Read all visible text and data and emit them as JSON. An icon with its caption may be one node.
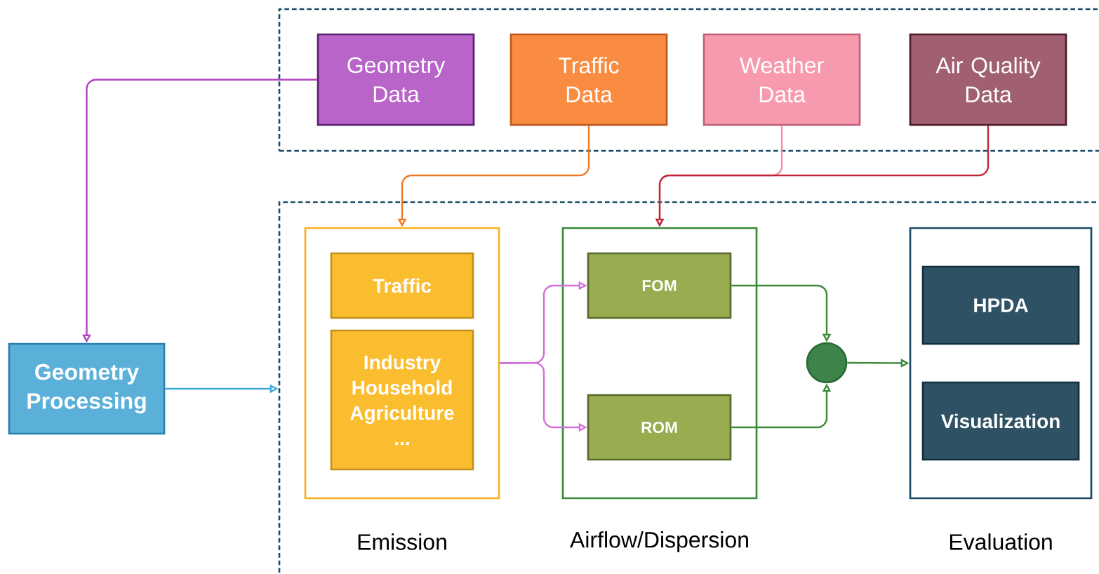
{
  "diagram": {
    "nodes": [
      {
        "text": [],
        "shape": "box"
      },
      {
        "text": [
          "Geometry Data"
        ],
        "in": 0
      },
      {
        "text": [
          "Traffic Data"
        ],
        "in": 0
      },
      {
        "text": [
          "Weather Data"
        ],
        "in": 0
      },
      {
        "text": [
          "Air Quality Data"
        ],
        "in": 0
      },
      {
        "text": [],
        "shape": "box"
      },
      {
        "text": [
          "Emission"
        ],
        "in": 5
      },
      {
        "text": [
          "Traffic"
        ],
        "in": 6
      },
      {
        "text": [
          "Industry Household Agriculture ..."
        ],
        "in": 6
      },
      {
        "text": [
          "Airflow/Dispersion"
        ],
        "in": 5
      },
      {
        "text": [
          "FOM"
        ],
        "in": 9
      },
      {
        "text": [
          "ROM"
        ],
        "in": 9
      },
      {
        "text": [],
        "shape": "circle",
        "in": 5
      },
      {
        "text": [
          "Evaluation"
        ],
        "in": 5
      },
      {
        "text": [
          "HPDA"
        ],
        "in": 13
      },
      {
        "text": [
          "Visualization"
        ],
        "in": 13
      },
      {
        "text": [
          "Geometry Processing"
        ]
      }
    ],
    "edges": [
      {
        "from": 1,
        "to": 16,
        "arrow": "to",
        "color": "#b040c0"
      },
      {
        "from": 16,
        "to": 5,
        "arrow": "to",
        "color": "#3aa8d8"
      },
      {
        "from": 2,
        "to": 6,
        "arrow": "to",
        "color": "#f07820"
      },
      {
        "from": 3,
        "to": 9,
        "arrow": "to",
        "color": "#f090a8"
      },
      {
        "from": 4,
        "to": 9,
        "arrow": "to",
        "color": "#c02838"
      },
      {
        "from": 6,
        "to": 10,
        "arrow": "to",
        "color": "#d070d8"
      },
      {
        "from": 6,
        "to": 11,
        "arrow": "to",
        "color": "#d070d8"
      },
      {
        "from": 10,
        "to": 12,
        "arrow": "to"
      },
      {
        "from": 11,
        "to": 12,
        "arrow": "to"
      },
      {
        "from": 12,
        "to": 13,
        "arrow": "to"
      }
    ]
  }
}
